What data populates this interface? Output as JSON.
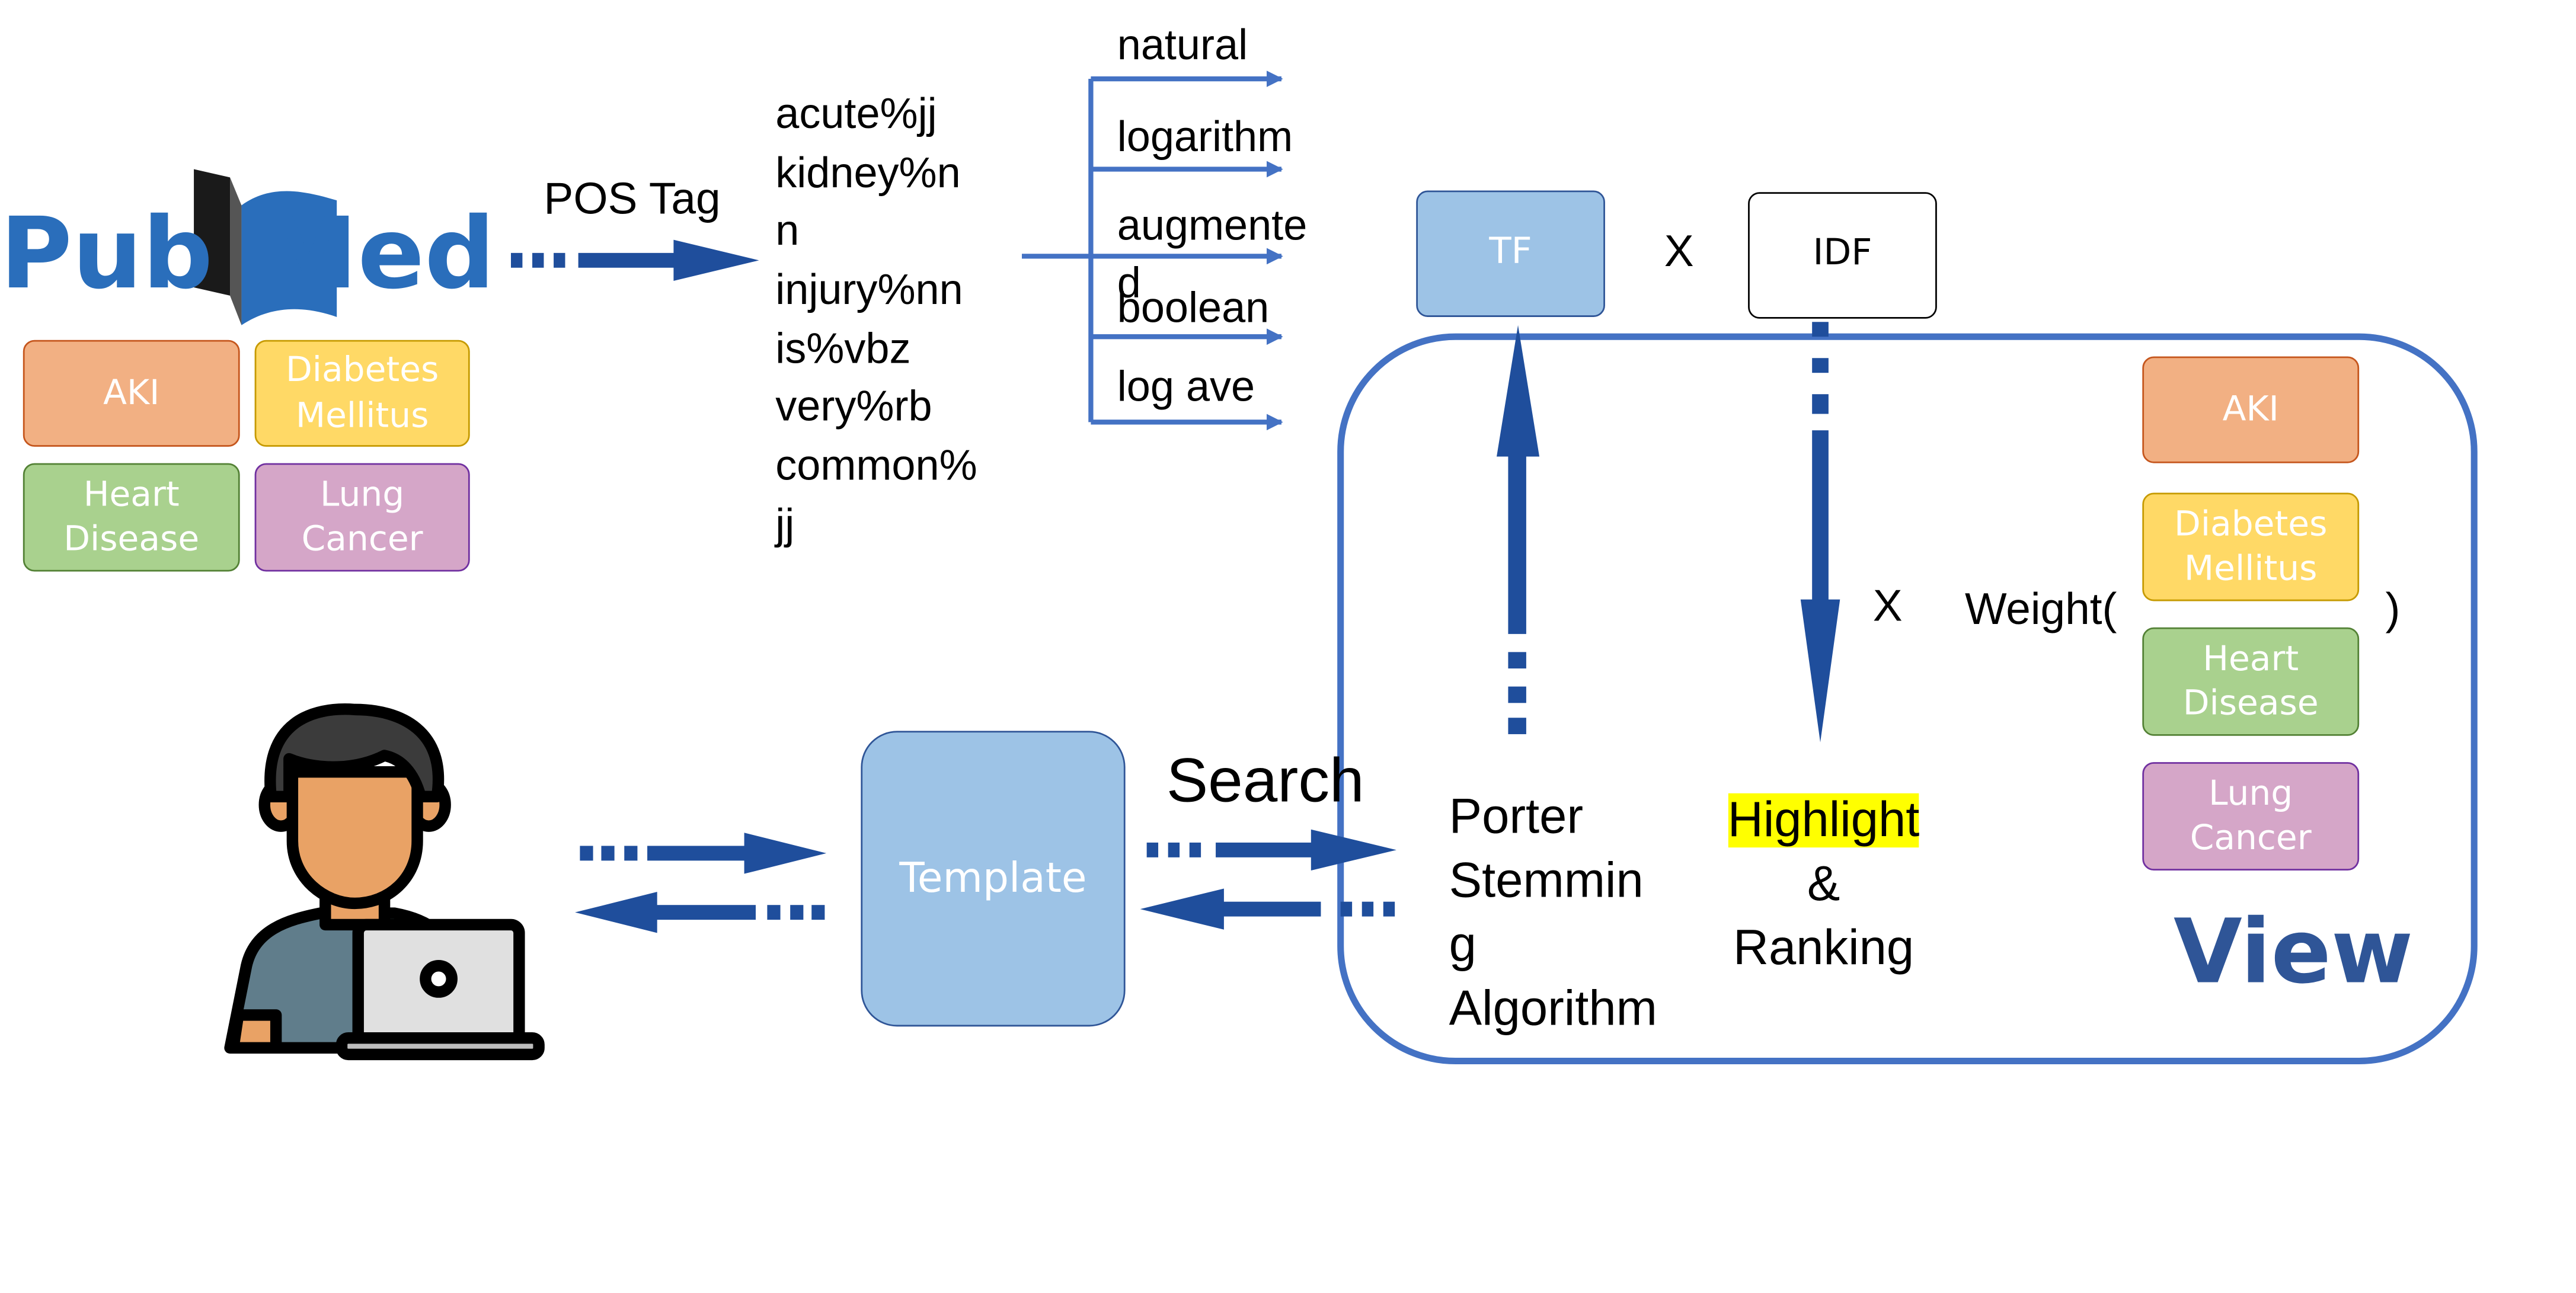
{
  "source": {
    "logo_text_left": "Pub",
    "logo_text_right": "Med",
    "categories": [
      {
        "label": "AKI"
      },
      {
        "label": "Diabetes\nMellitus"
      },
      {
        "label": "Heart\nDisease"
      },
      {
        "label": "Lung\nCancer"
      }
    ]
  },
  "pos_tag_label": "POS Tag",
  "pos_tokens": [
    "acute%jj",
    "kidney%n",
    "n",
    "injury%nn",
    "is%vbz",
    "very%rb",
    "common%",
    "jj"
  ],
  "weighting_terms": [
    "natural",
    "logarithm",
    "augmente",
    "d",
    "boolean",
    "log ave"
  ],
  "tf_label": "TF",
  "times_symbol": "X",
  "idf_label": "IDF",
  "weight_prefix": "Weight(",
  "weight_suffix": ")",
  "weight_categories": [
    {
      "label": "AKI"
    },
    {
      "label": "Diabetes\nMellitus"
    },
    {
      "label": "Heart\nDisease"
    },
    {
      "label": "Lung\nCancer"
    }
  ],
  "template_label": "Template",
  "search_label": "Search",
  "stemming_lines": [
    "Porter",
    "Stemmin",
    "g",
    "Algorithm"
  ],
  "highlight_label": "Highlight",
  "ampersand": "&",
  "ranking_label": "Ranking",
  "view_label": "View",
  "colors": {
    "arrow_dark": "#1f4e9c",
    "arrow_light": "#4472c4",
    "tf_fill": "#9dc3e6",
    "template_fill": "#9dc3e6",
    "view_border": "#4472c4",
    "pubmed_blue": "#2a6ebb",
    "highlight": "#ffff00"
  }
}
